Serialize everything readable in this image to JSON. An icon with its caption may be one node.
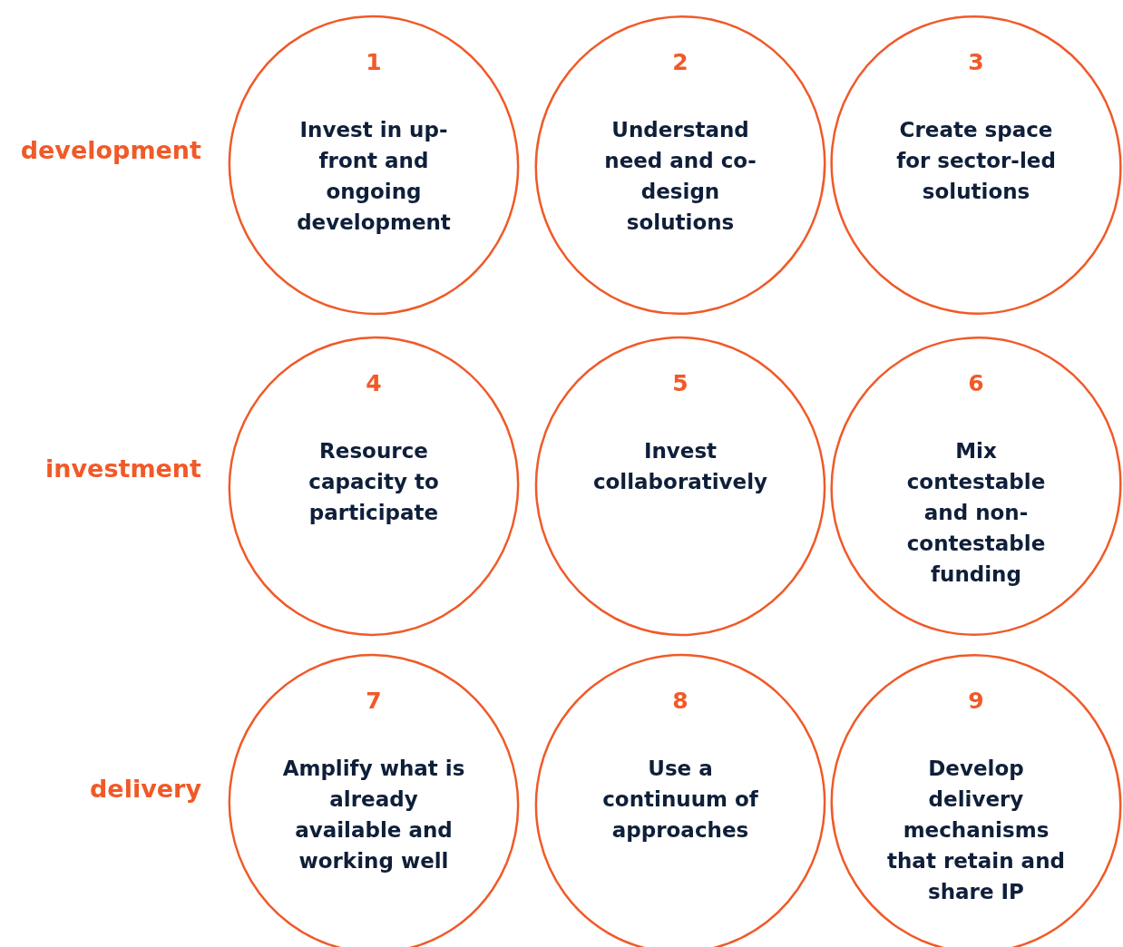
{
  "diagram": {
    "nodes": [
      {
        "text": [
          "1",
          "Invest in up-front and ongoing development"
        ]
      },
      {
        "text": [
          "2",
          "Understand need and co-design solutions"
        ]
      },
      {
        "text": [
          "3",
          "Create space for sector-led solutions"
        ]
      },
      {
        "text": [
          "4",
          "Resource capacity to participate"
        ]
      },
      {
        "text": [
          "5",
          "Invest collaboratively"
        ]
      },
      {
        "text": [
          "6",
          "Mix contestable and non-contestable funding"
        ]
      },
      {
        "text": [
          "7",
          "Amplify what is already available and working well"
        ]
      },
      {
        "text": [
          "8",
          "Use a continuum of approaches"
        ]
      },
      {
        "text": [
          "9",
          "Develop delivery mechanisms that retain and share IP"
        ]
      }
    ],
    "edges": [],
    "labels": [
      "development",
      "investment",
      "delivery"
    ]
  }
}
